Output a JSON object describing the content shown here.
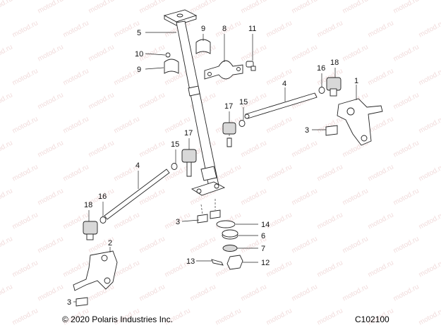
{
  "watermark_text": "motod.ru",
  "copyright": "© 2020 Polaris Industries Inc.",
  "diagram_code": "C102100",
  "callouts": {
    "c5": "5",
    "c9a": "9",
    "c8": "8",
    "c11": "11",
    "c10": "10",
    "c9b": "9",
    "c4a": "4",
    "c18a": "18",
    "c16a": "16",
    "c1": "1",
    "c17a": "17",
    "c15a": "15",
    "c3a": "3",
    "c17b": "17",
    "c15b": "15",
    "c4b": "4",
    "c16b": "16",
    "c18b": "18",
    "c3b": "3",
    "c14": "14",
    "c6": "6",
    "c2": "2",
    "c7": "7",
    "c13": "13",
    "c12": "12",
    "c3c": "3"
  }
}
